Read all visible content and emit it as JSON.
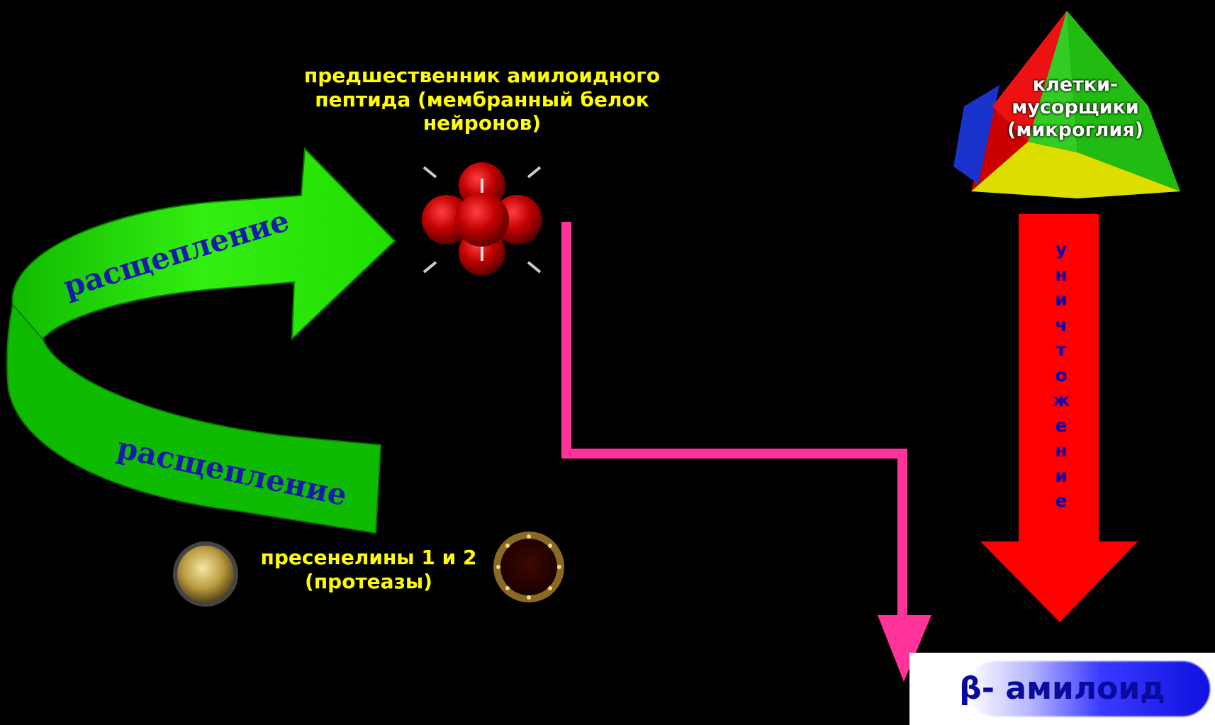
{
  "precursor": {
    "title": "предшественник амилоидного пептида (мембранный белок нейронов)"
  },
  "cleavage": {
    "upper_label": "расщепление",
    "lower_label": "расщепление"
  },
  "presenilins": {
    "label_line1": "пресенелины 1 и 2",
    "label_line2": "(протеазы)"
  },
  "microglia": {
    "line1": "клетки-",
    "line2": "мусорщики",
    "line3": "(микроглия)"
  },
  "destruction": {
    "letters": [
      "у",
      "н",
      "и",
      "ч",
      "т",
      "о",
      "ж",
      "е",
      "н",
      "и",
      "е"
    ]
  },
  "amyloid": {
    "label": "β- амилоид"
  },
  "colors": {
    "background": "#000000",
    "label_yellow": "#ffff00",
    "arrow_green": "#22dd00",
    "pink_path": "#ff3399",
    "red_arrow": "#ff0000",
    "blue_text": "#0a00b0"
  }
}
